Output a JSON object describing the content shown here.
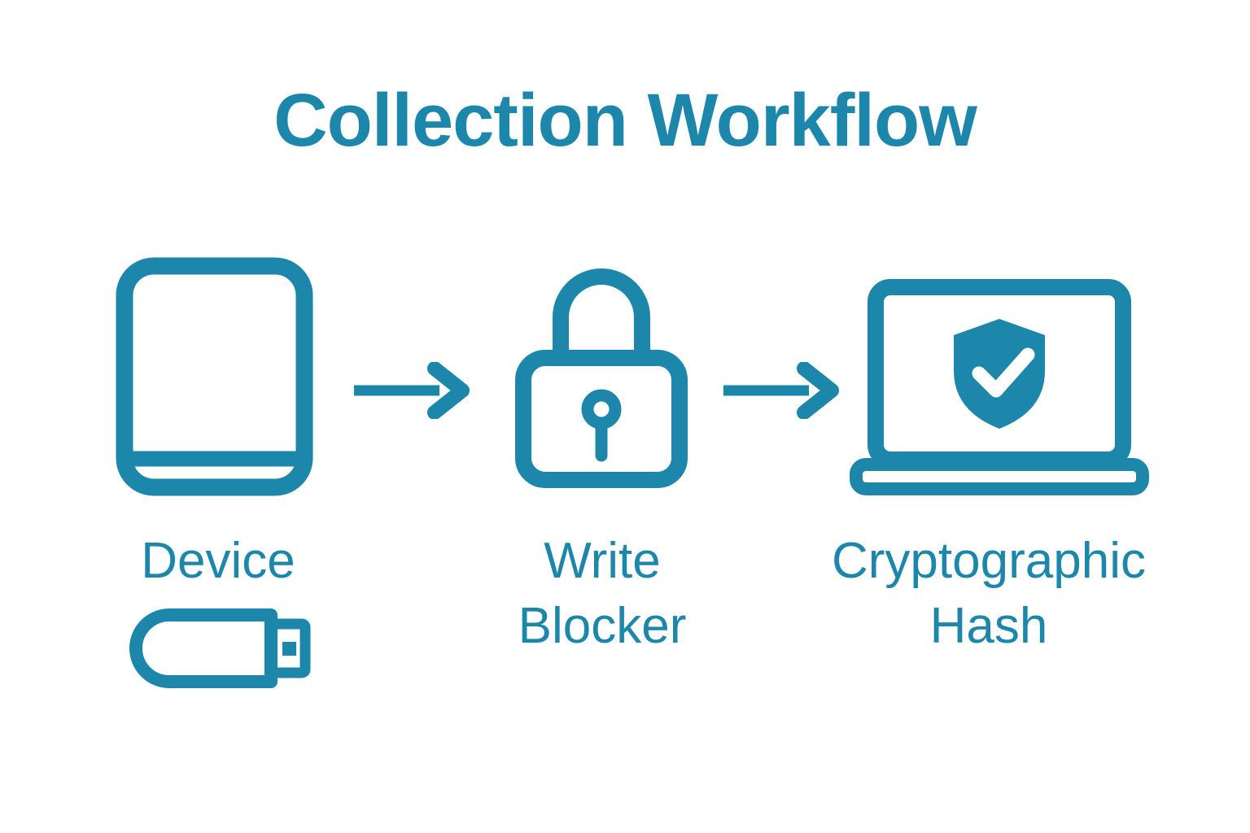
{
  "colors": {
    "accent": "#1C87AA",
    "background": "#FFFFFF",
    "checkmark": "#FFFFFF"
  },
  "title": "Collection Workflow",
  "steps": [
    {
      "id": "device",
      "lines": [
        "Device"
      ],
      "icons": [
        "tablet-device-icon",
        "usb-drive-icon"
      ]
    },
    {
      "id": "write-blocker",
      "lines": [
        "Write",
        "Blocker"
      ],
      "icons": [
        "padlock-icon"
      ]
    },
    {
      "id": "cryptographic-hash",
      "lines": [
        "Cryptographic",
        "Hash"
      ],
      "icons": [
        "laptop-shield-check-icon"
      ]
    }
  ],
  "connectors": [
    {
      "id": "arrow-1",
      "type": "arrow-right"
    },
    {
      "id": "arrow-2",
      "type": "arrow-right"
    }
  ]
}
